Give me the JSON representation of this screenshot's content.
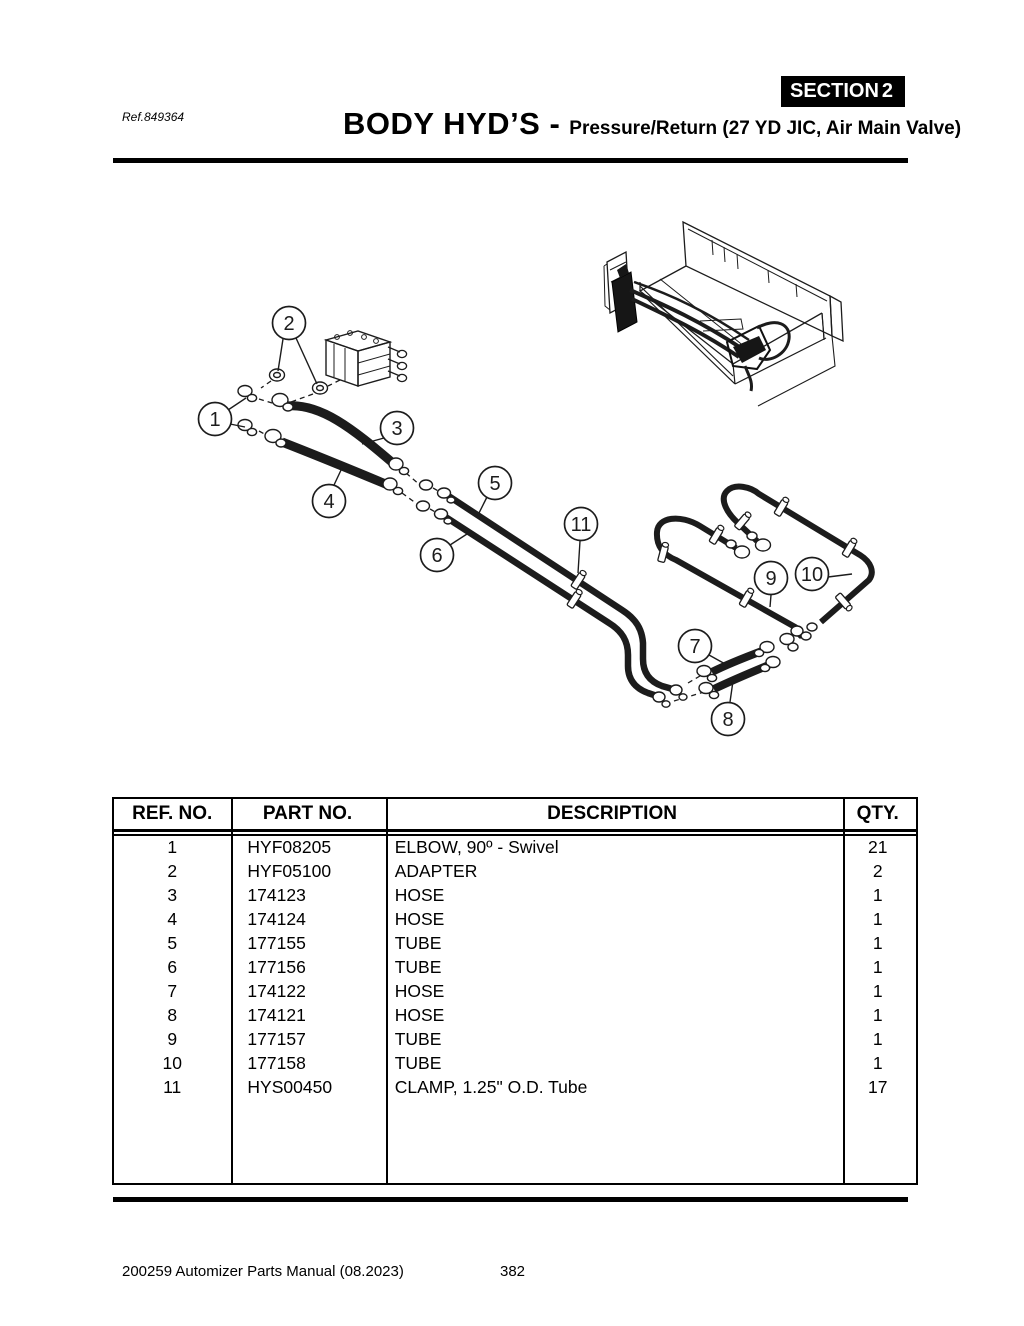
{
  "page": {
    "ref_label": "Ref.849364",
    "section_label": "SECTION",
    "section_number": "2",
    "title_main": "BODY HYD’S -",
    "title_sub": "Pressure/Return (27 YD JIC, Air Main Valve)",
    "footer_left": "200259 Automizer Parts Manual (08.2023)",
    "footer_page": "382"
  },
  "diagram": {
    "description": "Exploded parts view of body hydraulic pressure/return hoses and tubes with truck dump-body reference illustration",
    "callouts": [
      {
        "label": "1"
      },
      {
        "label": "2"
      },
      {
        "label": "3"
      },
      {
        "label": "4"
      },
      {
        "label": "5"
      },
      {
        "label": "6"
      },
      {
        "label": "7"
      },
      {
        "label": "8"
      },
      {
        "label": "9"
      },
      {
        "label": "10"
      },
      {
        "label": "11"
      }
    ]
  },
  "table": {
    "headers": [
      "REF. NO.",
      "PART NO.",
      "DESCRIPTION",
      "QTY."
    ],
    "rows": [
      {
        "ref": "1",
        "part": "HYF08205",
        "desc": "ELBOW, 90º - Swivel",
        "qty": "21"
      },
      {
        "ref": "2",
        "part": "HYF05100",
        "desc": "ADAPTER",
        "qty": "2"
      },
      {
        "ref": "3",
        "part": "174123",
        "desc": "HOSE",
        "qty": "1"
      },
      {
        "ref": "4",
        "part": "174124",
        "desc": "HOSE",
        "qty": "1"
      },
      {
        "ref": "5",
        "part": "177155",
        "desc": "TUBE",
        "qty": "1"
      },
      {
        "ref": "6",
        "part": "177156",
        "desc": "TUBE",
        "qty": "1"
      },
      {
        "ref": "7",
        "part": "174122",
        "desc": "HOSE",
        "qty": "1"
      },
      {
        "ref": "8",
        "part": "174121",
        "desc": "HOSE",
        "qty": "1"
      },
      {
        "ref": "9",
        "part": "177157",
        "desc": "TUBE",
        "qty": "1"
      },
      {
        "ref": "10",
        "part": "177158",
        "desc": "TUBE",
        "qty": "1"
      },
      {
        "ref": "11",
        "part": "HYS00450",
        "desc": "CLAMP, 1.25\" O.D. Tube",
        "qty": "17"
      }
    ]
  }
}
